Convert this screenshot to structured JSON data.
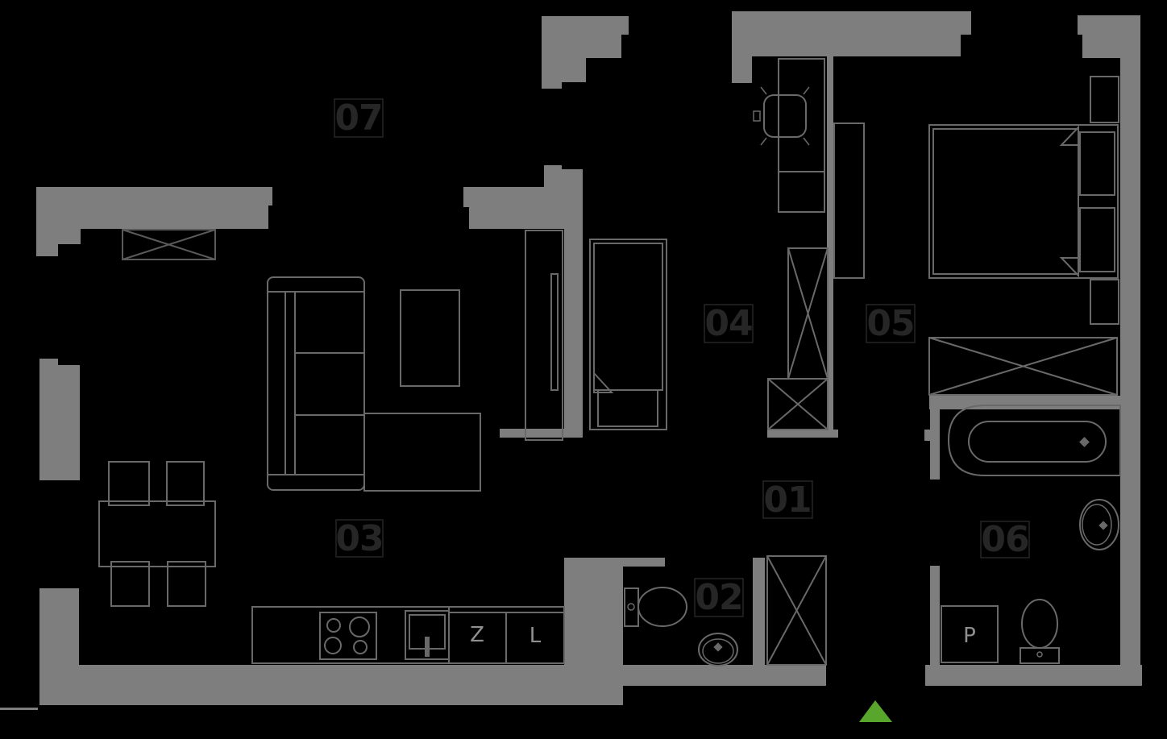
{
  "colors": {
    "background": "#000000",
    "wall": "#7e7e7e",
    "furniture": "#696969",
    "radiator": "#5a5a5a",
    "room_label": "#262626",
    "appliance_letter": "#8f8f8f",
    "entrance_marker": "#58a72c"
  },
  "rooms": [
    {
      "number": "01"
    },
    {
      "number": "02"
    },
    {
      "number": "03"
    },
    {
      "number": "04"
    },
    {
      "number": "05"
    },
    {
      "number": "06"
    },
    {
      "number": "07"
    }
  ],
  "kitchen": {
    "dishwasher_letter": "Z",
    "fridge_letter": "L"
  },
  "bathroom": {
    "washing_machine_letter": "P"
  }
}
